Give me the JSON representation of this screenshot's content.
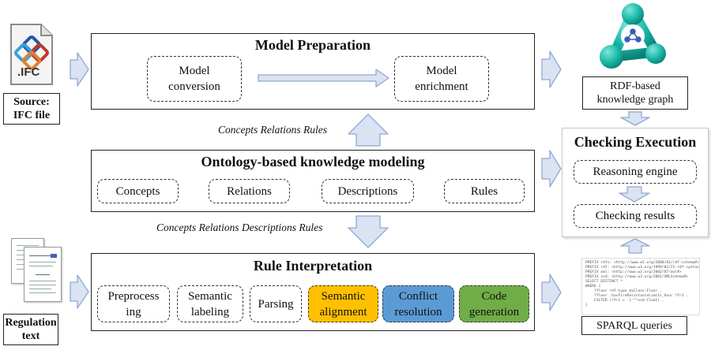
{
  "source": {
    "file_label": ".IFC",
    "caption": [
      "Source:",
      "IFC file"
    ]
  },
  "regulation": {
    "caption": [
      "Regulation",
      "text"
    ]
  },
  "model_preparation": {
    "title": "Model Preparation",
    "step1": [
      "Model",
      "conversion"
    ],
    "step2": [
      "Model",
      "enrichment"
    ]
  },
  "link_upper_label": "Concepts Relations Rules",
  "ontology": {
    "title": "Ontology-based knowledge modeling",
    "items": [
      "Concepts",
      "Relations",
      "Descriptions",
      "Rules"
    ]
  },
  "link_lower_label": "Concepts Relations Descriptions Rules",
  "rule_interpretation": {
    "title": "Rule Interpretation",
    "steps": [
      {
        "lines": [
          "Preprocess",
          "ing"
        ],
        "color": "#ffffff"
      },
      {
        "lines": [
          "Semantic",
          "labeling"
        ],
        "color": "#ffffff"
      },
      {
        "lines": [
          "Parsing"
        ],
        "color": "#ffffff"
      },
      {
        "lines": [
          "Semantic",
          "alignment"
        ],
        "color": "#ffc000"
      },
      {
        "lines": [
          "Conflict",
          "resolution"
        ],
        "color": "#5b9bd5"
      },
      {
        "lines": [
          "Code",
          "generation"
        ],
        "color": "#70ad47"
      }
    ]
  },
  "rdf_graph": {
    "caption": [
      "RDF-based",
      "knowledge graph"
    ]
  },
  "checking": {
    "title": "Checking Execution",
    "engine": "Reasoning engine",
    "results": "Checking results"
  },
  "sparql": {
    "caption": "SPARQL queries",
    "code": "PREFIX rdfs: <http://www.w3.org/2000/01/rdf-schema#>\nPREFIX rdf: <http://www.w3.org/1999/02/22-rdf-syntax>\nPREFIX owl: <http://www.w3.org/2002/07/owl#>\nPREFIX xsd: <http://www.w3.org/2001/XMLSchema#>\nSELECT DISTINCT *\nWHERE {\n    ?floor rdf:type myClass:Floor .\n    ?floor :hasFireResistanceLimits_hour ?fr1 .\n    FILTER (?fr1 < '1'^^xsd:float) .\n}"
  },
  "colors": {
    "arrow_fill": "#dae3f3",
    "arrow_stroke": "#8fa9cf"
  }
}
